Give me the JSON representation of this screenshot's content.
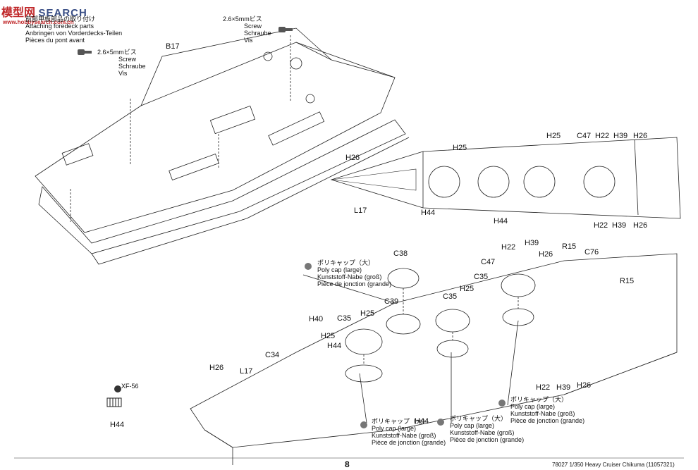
{
  "watermark": {
    "brand": "SEARCH",
    "chinese": "模型",
    "chinese2": "网",
    "site": "www.hobbysearch.com.cn"
  },
  "step": {
    "jp": "前部甲板部品の取り付け",
    "en": "Attaching foredeck parts",
    "de": "Anbringen von Vorderdecks-Teilen",
    "fr": "Pièces du pont avant"
  },
  "screw_top": {
    "size": "2.6×5mmビス",
    "en": "Screw",
    "de": "Schraube",
    "fr": "Vis"
  },
  "screw_left": {
    "size": "2.6×5mmビス",
    "en": "Screw",
    "de": "Schraube",
    "fr": "Vis"
  },
  "polycap": {
    "jp": "ポリキャップ（大）",
    "en": "Poly cap (large)",
    "de": "Kunststoff-Nabe (groß)",
    "fr": "Pièce de jonction (grande)"
  },
  "labels": {
    "b17": "B17",
    "h26_top": "H26",
    "l17_top": "L17",
    "h25_top": "H25",
    "h44_top": "H44",
    "h44_mid": "H44",
    "h25_r": "H25",
    "c47_r": "C47",
    "h22_r": "H22",
    "h39_r": "H39",
    "h26_r": "H26",
    "h22_rb": "H22",
    "h39_rb": "H39",
    "h26_rb": "H26",
    "c38": "C38",
    "c39": "C39",
    "c35_a": "C35",
    "c35_b": "C35",
    "c35_c": "C35",
    "h25_a": "H25",
    "h25_b": "H25",
    "h25_c": "H25",
    "h40": "H40",
    "h44_a": "H44",
    "h44_b": "H44",
    "c34": "C34",
    "h26_a": "H26",
    "l17_a": "L17",
    "h22_a": "H22",
    "h39_a": "H39",
    "h26_b": "H26",
    "c47_a": "C47",
    "h22_c": "H22",
    "h39_c": "H39",
    "h26_c": "H26",
    "r15_a": "R15",
    "r15_b": "R15",
    "c76": "C76",
    "xf56": "XF-56",
    "h44_part": "H44"
  },
  "page_number": "8",
  "footer": "78027 1/350 Heavy Cruiser Chikuma (11057321)"
}
